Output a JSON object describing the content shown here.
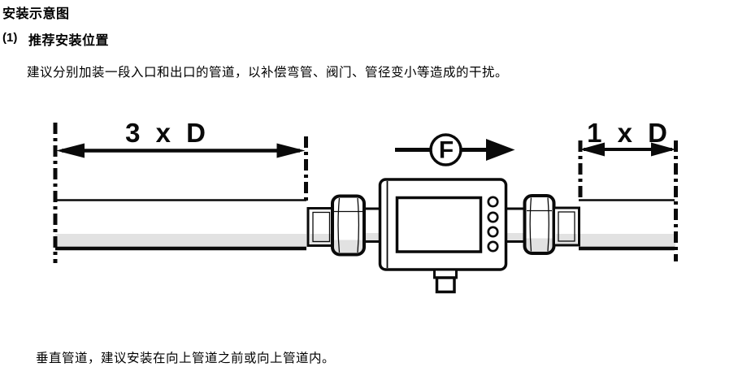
{
  "document": {
    "title": "安装示意图",
    "section": {
      "number": "(1)",
      "title": "推荐安装位置"
    },
    "intro_text": "建议分别加装一段入口和出口的管道，以补偿弯管、阀门、管径变小等造成的干扰。",
    "note_text": "垂直管道，建议安装在向上管道之前或向上管道内。"
  },
  "diagram": {
    "upstream_dimension_label": "3 x D",
    "downstream_dimension_label": "1 x D",
    "flow_symbol": "F",
    "colors": {
      "line": "#0a0a0a",
      "pipe_shading": "#e2e2e2",
      "background": "#ffffff"
    }
  }
}
